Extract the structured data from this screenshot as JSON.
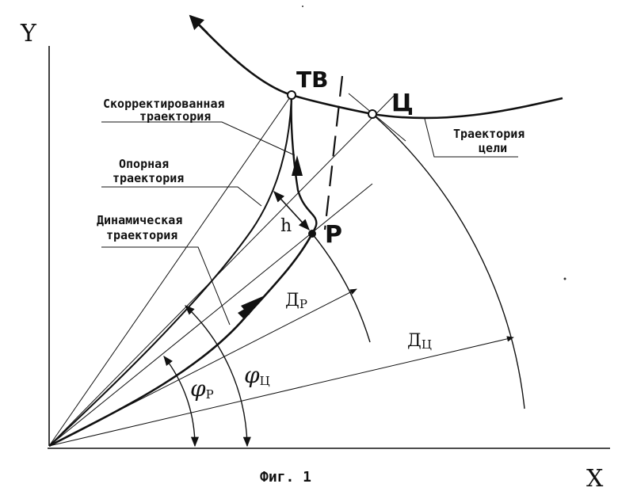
{
  "axes": {
    "x_label": "X",
    "y_label": "Y"
  },
  "points": {
    "tb": "ТВ",
    "target": "Ц",
    "p": "Р",
    "h": "h"
  },
  "labels": {
    "corrected_line1": "Скорректированная",
    "corrected_line2": "траектория",
    "reference_line1": "Опорная",
    "reference_line2": "траектория",
    "dynamic_line1": "Динамическая",
    "dynamic_line2": "траектория",
    "target_line1": "Траектория",
    "target_line2": "цели"
  },
  "distances": {
    "dp_main": "Д",
    "dp_sub": "Р",
    "dc_main": "Д",
    "dc_sub": "Ц"
  },
  "angles": {
    "phi_p_main": "φ",
    "phi_p_sub": "Р",
    "phi_c_main": "φ",
    "phi_c_sub": "Ц"
  },
  "caption": "Фиг. 1"
}
